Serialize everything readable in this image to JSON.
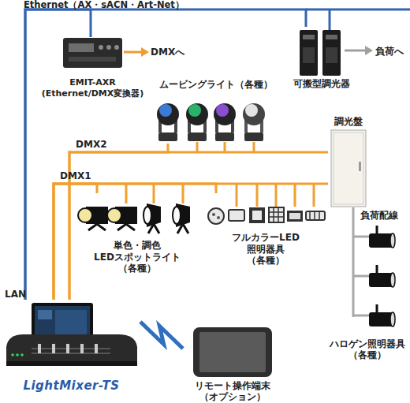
{
  "diagram": {
    "nodes": [
      {
        "text": [
          "EMIT-AXR (Ethernet/DMX変換器)"
        ]
      },
      {
        "text": [
          "可搬型調光器"
        ]
      },
      {
        "text": [
          "ムービングライト（各種）"
        ]
      },
      {
        "text": [
          "調光盤"
        ]
      },
      {
        "text": [
          "単色・調色 LEDスポットライト （各種）"
        ]
      },
      {
        "text": [
          "フルカラーLED 照明器具 （各種）"
        ]
      },
      {
        "text": [
          "ハロゲン照明器具 （各種）"
        ]
      },
      {
        "text": [
          "LightMixer-TS"
        ]
      },
      {
        "text": [
          "リモート操作端末 （オプション）"
        ]
      }
    ],
    "edges": [
      {
        "from": 7,
        "to": 0,
        "arrow": "none"
      },
      {
        "from": 7,
        "to": 1,
        "arrow": "none"
      },
      {
        "from": 7,
        "to": 2,
        "arrow": "none"
      },
      {
        "from": 7,
        "to": 3,
        "arrow": "none"
      },
      {
        "from": 7,
        "to": 4,
        "arrow": "none"
      },
      {
        "from": 7,
        "to": 5,
        "arrow": "none"
      },
      {
        "from": 7,
        "to": 3,
        "arrow": "none"
      },
      {
        "from": 3,
        "to": 6,
        "arrow": "none"
      },
      {
        "from": 7,
        "to": 8,
        "arrow": "none"
      }
    ],
    "labels": [
      "Ethernet（AX・sACN・Art-Net）",
      "DMXへ",
      "負荷へ",
      "DMX2",
      "DMX1",
      "負荷配線",
      "LAN"
    ]
  }
}
